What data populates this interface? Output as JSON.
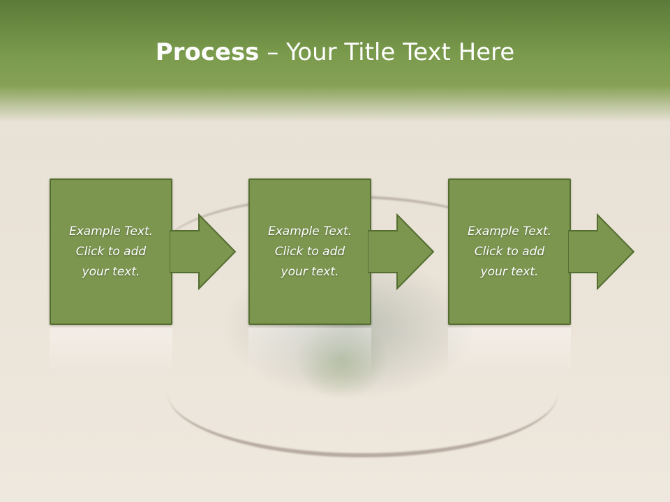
{
  "slide": {
    "title_bold": "Process",
    "title_rest": " – Your Title Text Here"
  },
  "steps": [
    {
      "text": "Example Text.\nClick  to add\nyour text."
    },
    {
      "text": "Example Text.\nClick  to add\nyour text."
    },
    {
      "text": "Example Text.\nClick  to add\nyour text."
    }
  ],
  "colors": {
    "header_green": "#6e8c43",
    "box_fill": "#7c9650",
    "box_border": "#546d31"
  }
}
